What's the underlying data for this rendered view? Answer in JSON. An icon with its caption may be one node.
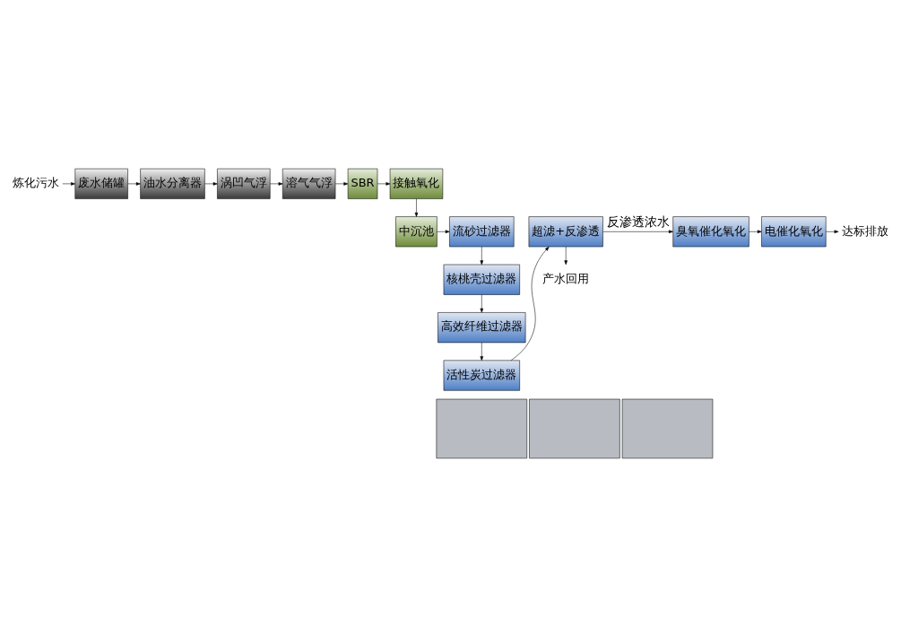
{
  "diagram": {
    "nodes": [
      {
        "text": [
          "炼化污水"
        ]
      },
      {
        "text": [
          "废水储罐"
        ]
      },
      {
        "text": [
          "油水分离器"
        ]
      },
      {
        "text": [
          "涡凹气浮"
        ]
      },
      {
        "text": [
          "溶气气浮"
        ]
      },
      {
        "text": [
          "SBR"
        ]
      },
      {
        "text": [
          "接触氧化"
        ]
      },
      {
        "text": [
          "中沉池"
        ]
      },
      {
        "text": [
          "流砂过滤器"
        ]
      },
      {
        "text": [
          "核桃壳过滤器"
        ]
      },
      {
        "text": [
          "高效纤维过滤器"
        ]
      },
      {
        "text": [
          "活性炭过滤器"
        ]
      },
      {
        "text": [
          "超滤+反渗透"
        ]
      },
      {
        "text": [
          "产水回用"
        ]
      },
      {
        "text": [
          "臭氧催化氧化"
        ]
      },
      {
        "text": [
          "电催化氧化"
        ]
      },
      {
        "text": [
          "达标排放"
        ]
      },
      {
        "text": [],
        "shape": "box"
      },
      {
        "text": [],
        "shape": "box"
      },
      {
        "text": [],
        "shape": "box"
      }
    ],
    "edges": [
      {
        "from": 0,
        "to": 1,
        "arrow": "to"
      },
      {
        "from": 1,
        "to": 2,
        "arrow": "to"
      },
      {
        "from": 2,
        "to": 3,
        "arrow": "to"
      },
      {
        "from": 3,
        "to": 4,
        "arrow": "to"
      },
      {
        "from": 4,
        "to": 5,
        "arrow": "to"
      },
      {
        "from": 5,
        "to": 6,
        "arrow": "to"
      },
      {
        "from": 6,
        "to": 7,
        "arrow": "to"
      },
      {
        "from": 7,
        "to": 8,
        "arrow": "to"
      },
      {
        "from": 8,
        "to": 9,
        "arrow": "to"
      },
      {
        "from": 9,
        "to": 10,
        "arrow": "to"
      },
      {
        "from": 10,
        "to": 11,
        "arrow": "to"
      },
      {
        "from": 11,
        "to": 12,
        "arrow": "to"
      },
      {
        "from": 12,
        "to": 13,
        "arrow": "to"
      },
      {
        "from": 12,
        "to": 14,
        "arrow": "to",
        "label": "反渗透浓水"
      },
      {
        "from": 14,
        "to": 15,
        "arrow": "to"
      },
      {
        "from": 15,
        "to": 16,
        "arrow": "to"
      }
    ]
  }
}
